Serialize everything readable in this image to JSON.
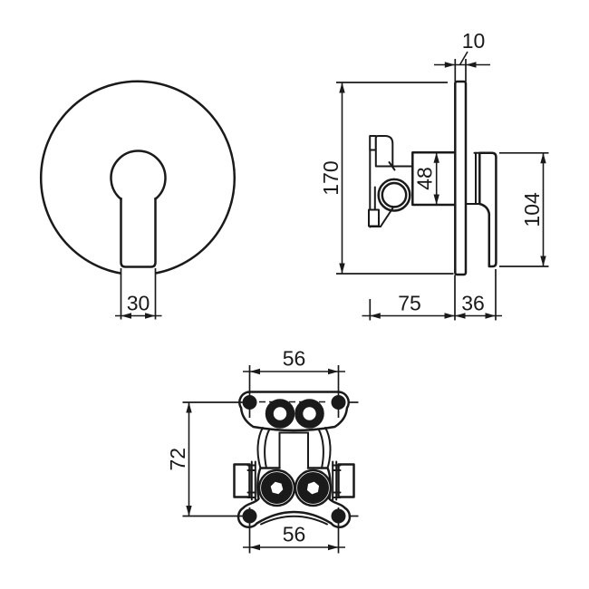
{
  "drawing": {
    "background_color": "#ffffff",
    "line_color": "#1a1a1a",
    "dimensions": {
      "handle_width": "30",
      "plate_thickness": "10",
      "plate_height": "170",
      "cartridge_height": "48",
      "handle_length": "104",
      "body_depth": "75",
      "handle_projection": "36",
      "port_spacing_top": "56",
      "hole_spacing_vertical": "72",
      "port_spacing_bottom": "56"
    }
  }
}
